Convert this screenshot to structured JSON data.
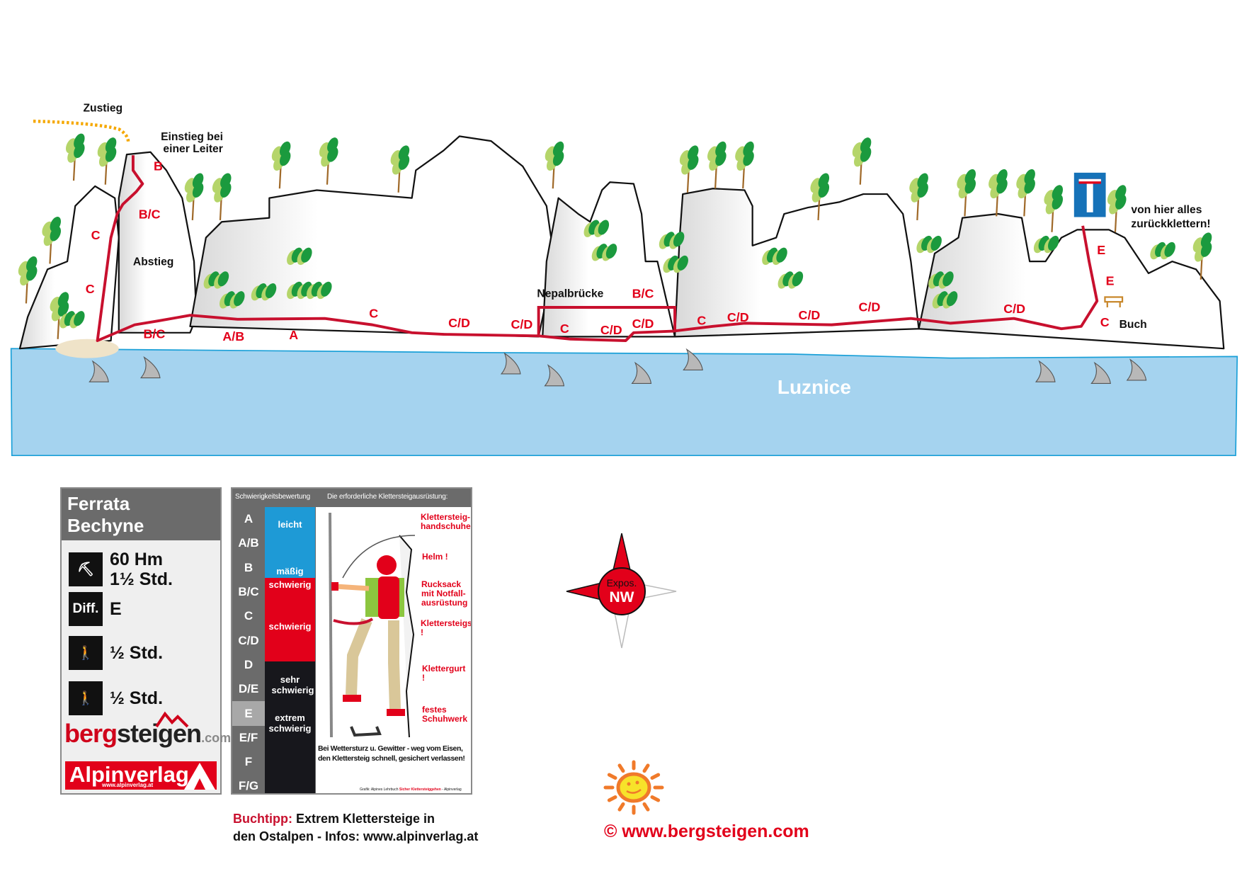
{
  "topo": {
    "labels": {
      "zustieg": "Zustieg",
      "einstieg_1": "Einstieg bei",
      "einstieg_2": "einer Leiter",
      "abstieg": "Abstieg",
      "nepal": "Nepalbrücke",
      "von_hier_1": "von hier alles",
      "von_hier_2": "zurückklettern!",
      "buch": "Buch",
      "river": "Luznice"
    },
    "grades": [
      "B",
      "B/C",
      "C",
      "C",
      "B/C",
      "A/B",
      "A",
      "C",
      "C/D",
      "C/D",
      "B/C",
      "C",
      "C/D",
      "C/D",
      "C",
      "C/D",
      "C/D",
      "C/D",
      "C/D",
      "E",
      "E",
      "C"
    ]
  },
  "info": {
    "title_1": "Ferrata",
    "title_2": "Bechyne",
    "ascent_1": "60 Hm",
    "ascent_2": "1½ Std.",
    "diff_label": "Diff.",
    "diff_value": "E",
    "approach": "½ Std.",
    "descent": "½ Std.",
    "logo_bergsteigen": "bergsteigen.com",
    "logo_berg": "berg",
    "logo_steigen": "steigen",
    "logo_com": ".com",
    "logo_alpinverlag": "Alpinverlag",
    "logo_alpinverlag_url": "www.alpinverlag.at"
  },
  "grade_scale": {
    "header_left": "Schwierigkeitsbewertung",
    "header_right": "Die erforderliche Klettersteigausrüstung:",
    "grades": [
      "A",
      "A/B",
      "B",
      "B/C",
      "C",
      "C/D",
      "D",
      "D/E",
      "E",
      "E/F",
      "F",
      "F/G"
    ],
    "highlight": "E",
    "bands": {
      "leicht": "leicht",
      "maessig": "mäßig",
      "schwierig_1": "schwierig",
      "schwierig_2": "schwierig",
      "sehr": "sehr schwierig",
      "extrem": "extrem schwierig"
    },
    "equipment": [
      "Klettersteig-handschuhe",
      "Helm !",
      "Rucksack mit Notfall-ausrüstung",
      "Klettersteigset !",
      "Klettergurt !",
      "festes Schuhwerk"
    ],
    "warning_1": "Bei Wettersturz u. Gewitter - weg vom Eisen,",
    "warning_2": "den Klettersteig schnell, gesichert verlassen!",
    "credit_a": "Grafik: Alpines Lehrbuch",
    "credit_b": "Sicher Klettersteiggehen",
    "credit_c": "- Alpinverlag"
  },
  "buchtipp": {
    "label": "Buchtipp:",
    "text_1": " Extrem Klettersteige in",
    "text_2": "den Ostalpen - Infos: www.alpinverlag.at"
  },
  "compass": {
    "label": "Expos.",
    "value": "NW"
  },
  "copyright": "©  www.bergsteigen.com",
  "colors": {
    "route": "#c8102e",
    "river": "#a5d3ef",
    "accent": "#e2001a",
    "zustieg": "#f5a800"
  }
}
